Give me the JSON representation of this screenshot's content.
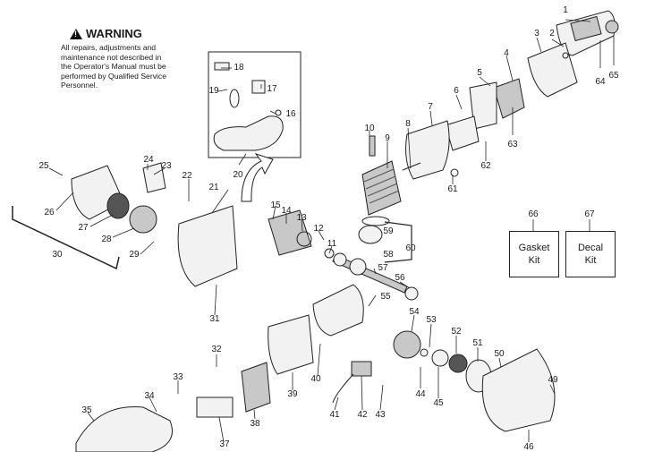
{
  "warning": {
    "title": "WARNING",
    "lines": [
      "All repairs, adjustments and",
      "maintenance not described in",
      "the Operator's Manual must be",
      "performed by Qualified Service",
      "Personnel."
    ]
  },
  "kits": [
    {
      "number": "66",
      "line1": "Gasket",
      "line2": "Kit"
    },
    {
      "number": "67",
      "line1": "Decal",
      "line2": "Kit"
    }
  ],
  "callouts": [
    "1",
    "2",
    "3",
    "4",
    "5",
    "6",
    "7",
    "8",
    "9",
    "10",
    "11",
    "12",
    "13",
    "14",
    "15",
    "16",
    "17",
    "18",
    "19",
    "20",
    "21",
    "22",
    "23",
    "24",
    "25",
    "26",
    "27",
    "28",
    "29",
    "30",
    "31",
    "32",
    "33",
    "34",
    "35",
    "37",
    "38",
    "39",
    "40",
    "41",
    "42",
    "43",
    "44",
    "45",
    "46",
    "49",
    "50",
    "51",
    "52",
    "53",
    "54",
    "55",
    "56",
    "57",
    "58",
    "59",
    "60",
    "61",
    "62",
    "63",
    "64",
    "65"
  ],
  "colors": {
    "line": "#222222",
    "part_fill": "#f2f2f2",
    "part_shade": "#c8c8c8",
    "dark": "#555555"
  }
}
